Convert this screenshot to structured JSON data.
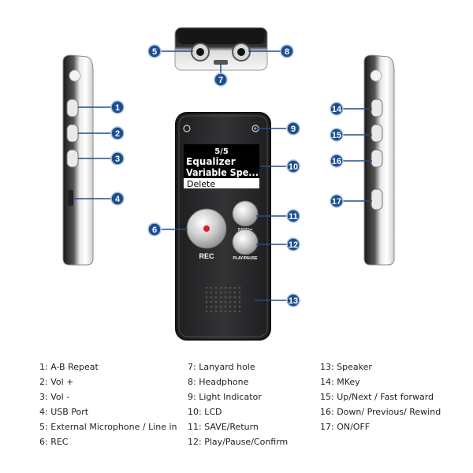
{
  "device": {
    "lcd_lines": [
      "5/5",
      "Equalizer",
      "Variable Spe...",
      "Delete"
    ],
    "rec_label": "REC",
    "save_label": "SAVE/↩",
    "play_label": "PLAY/PAUSE"
  },
  "callouts": [
    "1",
    "2",
    "3",
    "4",
    "5",
    "6",
    "7",
    "8",
    "9",
    "10",
    "11",
    "12",
    "13",
    "14",
    "15",
    "16",
    "17"
  ],
  "legend": {
    "col1": [
      "1: A-B Repeat",
      "2: Vol +",
      "3: Vol -",
      "4: USB Port",
      "5: External Microphone / Line in",
      "6: REC"
    ],
    "col2": [
      "7: Lanyard hole",
      "8: Headphone",
      "9: Light Indicator",
      "10: LCD",
      "11: SAVE/Return",
      "12: Play/Pause/Confirm"
    ],
    "col3": [
      "13: Speaker",
      "14: MKey",
      "15: Up/Next / Fast forward",
      "16: Down/ Previous/ Rewind",
      "17: ON/OFF"
    ]
  },
  "colors": {
    "badge": "#1f4e8c",
    "badge_ring": "#a9c4e6",
    "rec_dot": "#e01b24",
    "body": "#2b2b2d"
  }
}
